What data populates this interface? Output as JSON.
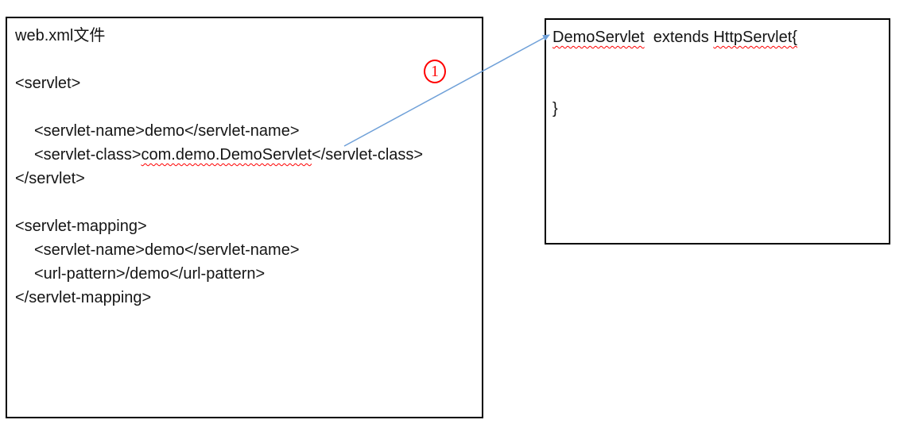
{
  "colors": {
    "page_bg": "#ffffff",
    "box_border": "#000000",
    "text_color": "#151515",
    "arrow_color": "#6fa0d8",
    "annotation_color": "#ff0000",
    "squiggle_color": "#ff0000"
  },
  "web_xml_box": {
    "title": "web.xml文件",
    "servlet_open": "<servlet>",
    "servlet_name_line": "<servlet-name>demo</servlet-name>",
    "servlet_class": {
      "prefix": "<servlet-class>",
      "value": "com.demo.DemoServlet",
      "suffix": "</servlet-class>"
    },
    "servlet_close": "</servlet>",
    "mapping_open": "<servlet-mapping>",
    "mapping_servlet_name_line": "<servlet-name>demo</servlet-name>",
    "url_pattern_line": "<url-pattern>/demo</url-pattern>",
    "mapping_close": "</servlet-mapping>"
  },
  "java_box": {
    "class_name": "DemoServlet",
    "extends_text": "  extends ",
    "superclass": "HttpServlet{",
    "closing_brace": "}"
  },
  "annotation": {
    "step_label": "1"
  }
}
